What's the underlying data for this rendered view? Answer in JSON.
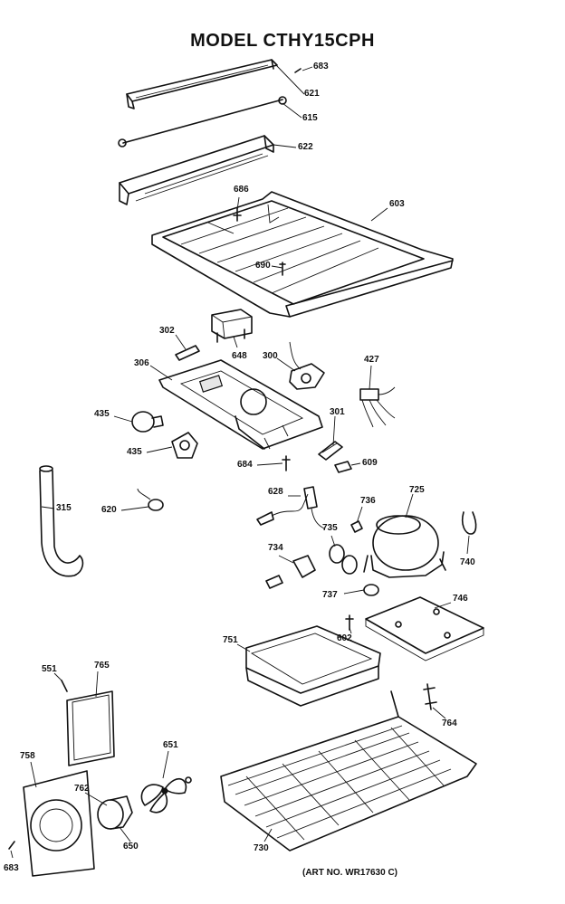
{
  "title": "MODEL CTHY15CPH",
  "art_number": "(ART NO. WR17630 C)",
  "callouts": {
    "c683a": "683",
    "c621": "621",
    "c615": "615",
    "c622": "622",
    "c686": "686",
    "c603": "603",
    "c690": "690",
    "c302": "302",
    "c648": "648",
    "c300": "300",
    "c427": "427",
    "c306": "306",
    "c435a": "435",
    "c435b": "435",
    "c301": "301",
    "c684": "684",
    "c609": "609",
    "c315": "315",
    "c620": "620",
    "c628": "628",
    "c736": "736",
    "c725": "725",
    "c735": "735",
    "c740": "740",
    "c734": "734",
    "c737": "737",
    "c746": "746",
    "c602": "602",
    "c751": "751",
    "c551": "551",
    "c765": "765",
    "c764": "764",
    "c651": "651",
    "c758": "758",
    "c762": "762",
    "c650": "650",
    "c730": "730",
    "c683b": "683"
  }
}
